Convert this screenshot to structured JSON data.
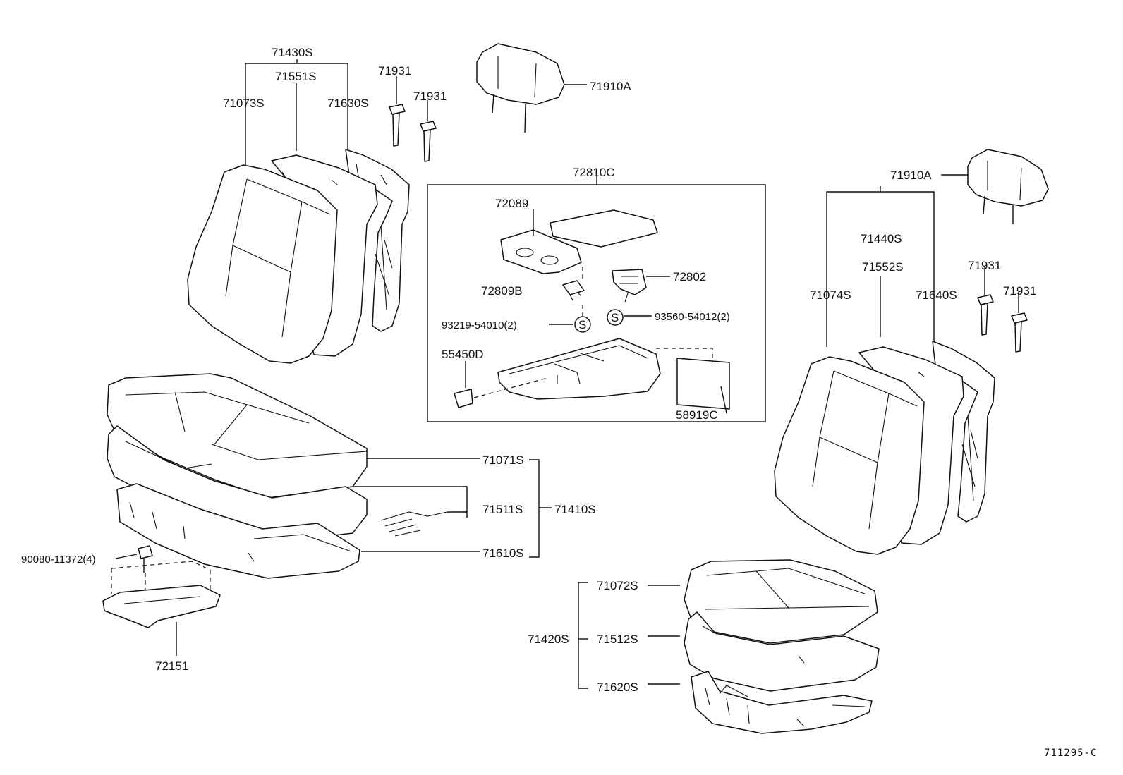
{
  "labels": {
    "p71430S": "71430S",
    "p71551S": "71551S",
    "p71073S": "71073S",
    "p71630S": "71630S",
    "p71931_a": "71931",
    "p71931_b": "71931",
    "p71910A_a": "71910A",
    "p72810C": "72810C",
    "p72089": "72089",
    "p72802": "72802",
    "p72809B": "72809B",
    "p93219": "93219-54010(2)",
    "p93560": "93560-54012(2)",
    "p55450D": "55450D",
    "p58919C": "58919C",
    "p71910A_b": "71910A",
    "p71440S": "71440S",
    "p71552S": "71552S",
    "p71074S": "71074S",
    "p71640S": "71640S",
    "p71931_c": "71931",
    "p71931_d": "71931",
    "p71071S": "71071S",
    "p71511S": "71511S",
    "p71410S": "71410S",
    "p71610S": "71610S",
    "p90080": "90080-11372(4)",
    "p72151": "72151",
    "p71072S": "71072S",
    "p71420S": "71420S",
    "p71512S": "71512S",
    "p71620S": "71620S",
    "symS_a": "S",
    "symS_b": "S",
    "ref": "711295-C"
  }
}
